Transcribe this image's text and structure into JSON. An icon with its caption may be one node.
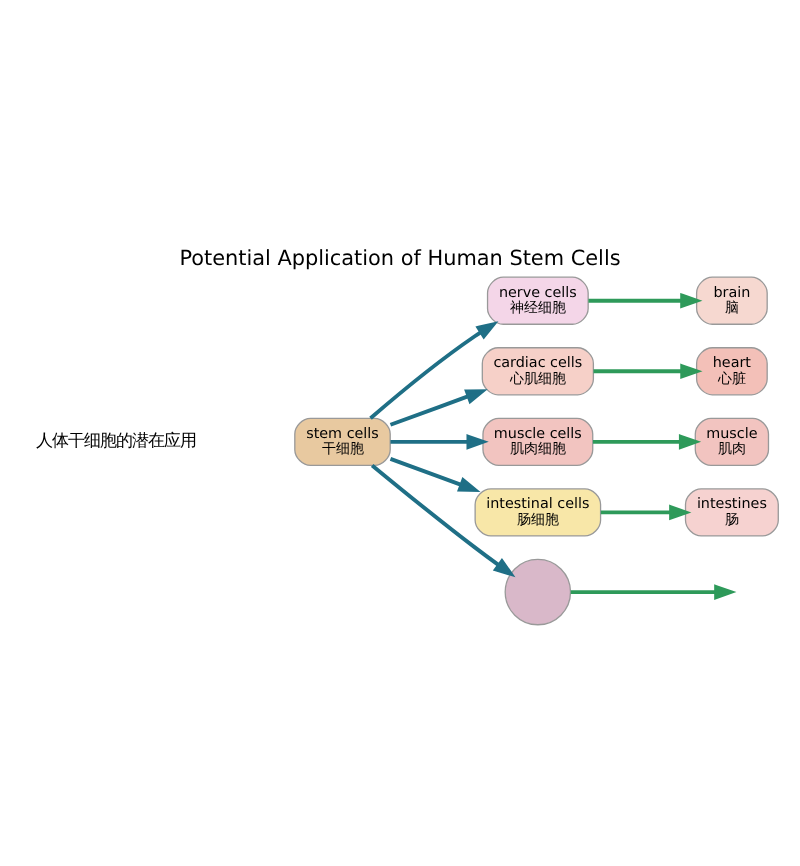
{
  "diagram": {
    "title": "Potential Application of Human Stem Cells",
    "nodes": [
      {
        "text": [
          "stem cells",
          "干细胞"
        ]
      },
      {
        "text": [
          "nerve cells",
          "神经细胞"
        ]
      },
      {
        "text": [
          "cardiac cells",
          "心肌细胞"
        ]
      },
      {
        "text": [
          "muscle cells",
          "肌肉细胞"
        ]
      },
      {
        "text": [
          "intestinal cells",
          "肠细胞"
        ]
      },
      {
        "text": [],
        "shape": "circle"
      },
      {
        "text": [
          "brain",
          "脑"
        ]
      },
      {
        "text": [
          "heart",
          "心脏"
        ]
      },
      {
        "text": [
          "muscle",
          "肌肉"
        ]
      },
      {
        "text": [
          "intestines",
          "肠"
        ]
      }
    ],
    "edges": [
      {
        "from": 0,
        "to": 1,
        "arrow": "to"
      },
      {
        "from": 0,
        "to": 2,
        "arrow": "to"
      },
      {
        "from": 0,
        "to": 3,
        "arrow": "to"
      },
      {
        "from": 0,
        "to": 4,
        "arrow": "to"
      },
      {
        "from": 0,
        "to": 5,
        "arrow": "to"
      },
      {
        "from": 1,
        "to": 6,
        "arrow": "to",
        "color": "#2e9a5a"
      },
      {
        "from": 2,
        "to": 7,
        "arrow": "to",
        "color": "#2e9a5a"
      },
      {
        "from": 3,
        "to": 8,
        "arrow": "to",
        "color": "#2e9a5a"
      },
      {
        "from": 4,
        "to": 9,
        "arrow": "to",
        "color": "#2e9a5a"
      },
      {
        "from": 5,
        "to": null,
        "arrow": "to",
        "color": "#2e9a5a"
      }
    ],
    "labels": [
      "人体干细胞的潜在应用"
    ]
  }
}
